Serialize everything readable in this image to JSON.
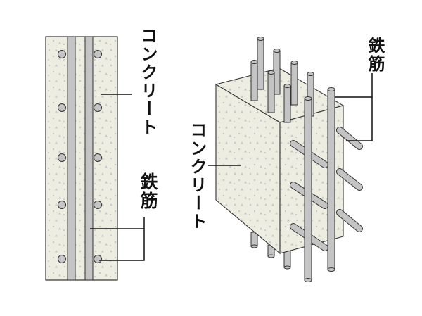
{
  "colors": {
    "concrete_fill": "#edede2",
    "concrete_dot": "#c8c8c8",
    "rebar_fill": "#c4c4c4",
    "outline": "#333333",
    "leader_line": "#111111"
  },
  "left_diagram": {
    "title": "section-view",
    "labels": {
      "concrete": "コンクリート",
      "rebar": "鉄筋"
    }
  },
  "right_diagram": {
    "title": "3d-view",
    "labels": {
      "concrete": "コンクリート",
      "rebar": "鉄筋"
    }
  }
}
